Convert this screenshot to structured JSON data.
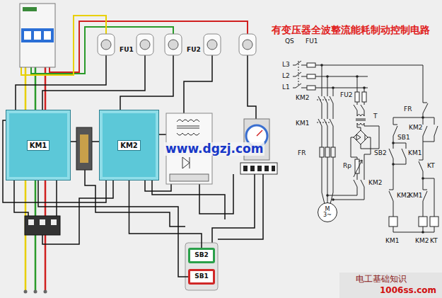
{
  "diagram": {
    "title": "有变压器全波整流能耗制动控制电路",
    "nodes": [
      {
        "text": [
          "KM1"
        ]
      },
      {
        "text": [
          "KM2"
        ]
      },
      {
        "text": [
          "SB2"
        ]
      },
      {
        "text": [
          "SB1"
        ]
      },
      {
        "text": [
          "M",
          "3~"
        ]
      }
    ],
    "edges": [
      {
        "from": 1,
        "to": 2,
        "arrow": "none"
      },
      {
        "from": 0,
        "to": 3,
        "arrow": "none"
      }
    ],
    "labels": [
      "FU1",
      "FU2",
      "www.dgzj.com",
      "QS",
      "L3",
      "L2",
      "L1",
      "FU1",
      "FU2",
      "KM2",
      "T",
      "KM1",
      "FR",
      "Rp",
      "KM2",
      "FR",
      "SB1",
      "KM2",
      "SB2",
      "KM1",
      "KT",
      "KM2",
      "KM1",
      "KM1",
      "KM2",
      "KT",
      "电工基础知识",
      "1006ss.com"
    ]
  }
}
